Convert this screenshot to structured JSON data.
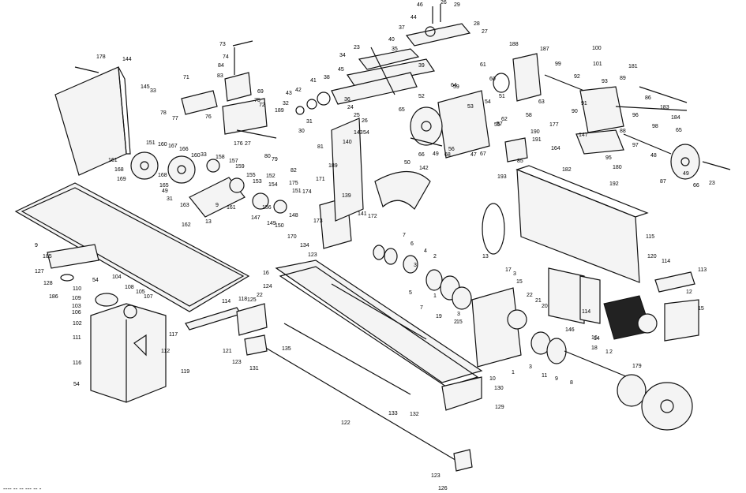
{
  "labels": [
    "46",
    "26",
    "29",
    "44",
    "28",
    "27",
    "37",
    "40",
    "39",
    "35",
    "23",
    "34",
    "38",
    "36",
    "24",
    "25",
    "26",
    "45",
    "41",
    "42",
    "43",
    "32",
    "31",
    "30",
    "189",
    "80",
    "79",
    "81",
    "82",
    "189",
    "188",
    "187",
    "61",
    "60",
    "64",
    "52",
    "53",
    "51",
    "62",
    "59",
    "65",
    "54",
    "57",
    "63",
    "58",
    "55",
    "56",
    "67",
    "68",
    "66",
    "49",
    "50",
    "47",
    "99",
    "100",
    "101",
    "92",
    "93",
    "181",
    "89",
    "86",
    "183",
    "184",
    "90",
    "91",
    "177",
    "164",
    "147",
    "96",
    "97",
    "88",
    "98",
    "65",
    "48",
    "49",
    "66",
    "23",
    "87",
    "182",
    "95",
    "180",
    "192",
    "193",
    "191",
    "190",
    "85",
    "73",
    "74",
    "84",
    "83",
    "69",
    "75",
    "71",
    "78",
    "77",
    "76",
    "72",
    "27",
    "176",
    "178",
    "144",
    "145",
    "33",
    "161",
    "168",
    "169",
    "151",
    "160",
    "167",
    "166",
    "168",
    "165",
    "49",
    "31",
    "163",
    "162",
    "13",
    "9",
    "161",
    "33",
    "160",
    "158",
    "157",
    "159",
    "155",
    "153",
    "152",
    "154",
    "156",
    "147",
    "149",
    "150",
    "148",
    "151",
    "175",
    "174",
    "173",
    "170",
    "171",
    "139",
    "143",
    "54",
    "140",
    "142",
    "141",
    "172",
    "123",
    "134",
    "9",
    "185",
    "127",
    "128",
    "186",
    "54",
    "104",
    "110",
    "108",
    "105",
    "107",
    "109",
    "103",
    "106",
    "102",
    "111",
    "116",
    "117",
    "112",
    "119",
    "54",
    "114",
    "118",
    "125",
    "121",
    "123",
    "131",
    "16",
    "22",
    "124",
    "135",
    "122",
    "123",
    "126",
    "133",
    "132",
    "129",
    "130",
    "10",
    "1",
    "2",
    "3",
    "7",
    "5",
    "4",
    "7",
    "6",
    "3",
    "2",
    "1",
    "19",
    "15",
    "13",
    "17",
    "3",
    "15",
    "22",
    "21",
    "20",
    "146",
    "114",
    "115",
    "120",
    "114",
    "113",
    "12",
    "15",
    "18",
    "16",
    "14",
    "1",
    "2",
    "3",
    "11",
    "9",
    "8",
    "179"
  ],
  "footer_text": "---- -- -- --- -- -"
}
